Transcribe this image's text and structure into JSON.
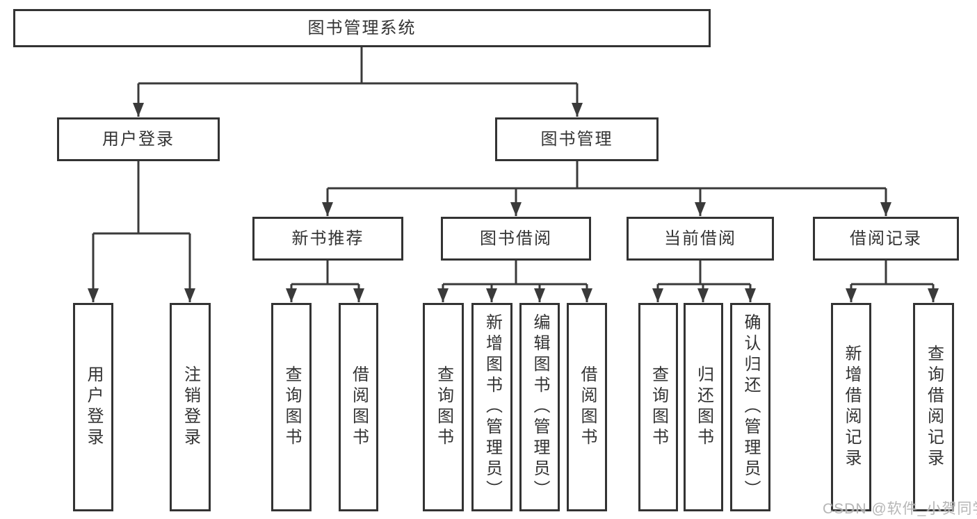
{
  "tree": {
    "root": {
      "label": "图书管理系统"
    },
    "branches": [
      {
        "label": "用户登录",
        "children": [
          {
            "label": "用户登录"
          },
          {
            "label": "注销登录"
          }
        ]
      },
      {
        "label": "图书管理",
        "children": [
          {
            "label": "新书推荐",
            "children": [
              {
                "label": "查询图书"
              },
              {
                "label": "借阅图书"
              }
            ]
          },
          {
            "label": "图书借阅",
            "children": [
              {
                "label": "查询图书"
              },
              {
                "label": "新增图书（管理员）"
              },
              {
                "label": "编辑图书（管理员）"
              },
              {
                "label": "借阅图书"
              }
            ]
          },
          {
            "label": "当前借阅",
            "children": [
              {
                "label": "查询图书"
              },
              {
                "label": "归还图书"
              },
              {
                "label": "确认归还（管理员）"
              }
            ]
          },
          {
            "label": "借阅记录",
            "children": [
              {
                "label": "新增借阅记录"
              },
              {
                "label": "查询借阅记录"
              }
            ]
          }
        ]
      }
    ]
  },
  "watermark": {
    "text": "CSDN @软件_小贺同学"
  },
  "colors": {
    "line": "#3a3a3a",
    "box-border": "#333333",
    "box-bg": "#ffffff",
    "text": "#333333",
    "watermark": "#b0b0b0",
    "page-bg": "#ffffff"
  }
}
